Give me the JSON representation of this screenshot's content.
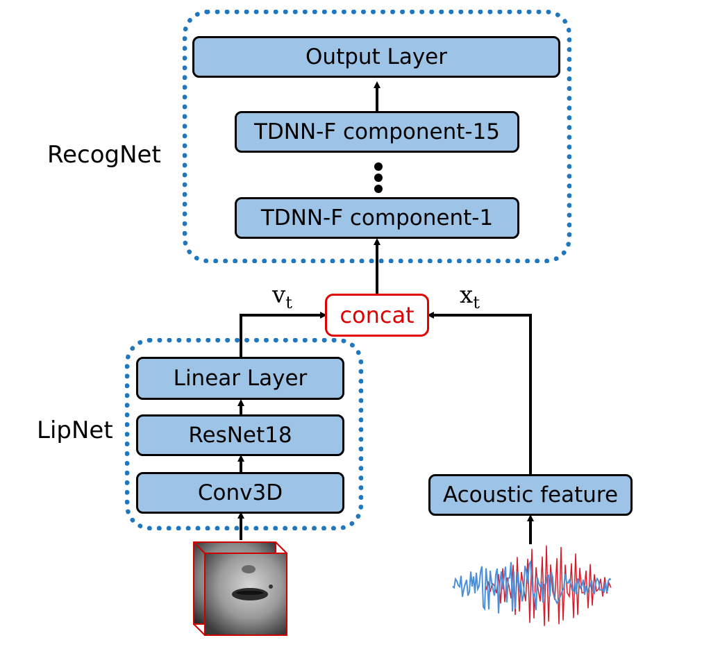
{
  "recognet": {
    "label": "RecogNet",
    "output_layer": "Output Layer",
    "tdnn_15": "TDNN-F component-15",
    "tdnn_1": "TDNN-F component-1"
  },
  "lipnet": {
    "label": "LipNet",
    "linear_layer": "Linear Layer",
    "resnet": "ResNet18",
    "conv3d": "Conv3D"
  },
  "acoustic": {
    "feature": "Acoustic feature"
  },
  "fusion": {
    "concat": "concat",
    "v_base": "v",
    "v_sub": "t",
    "x_base": "x",
    "x_sub": "t"
  },
  "colors": {
    "block_fill": "#9dc3e6",
    "dotted_border": "#1f77c0",
    "concat_red": "#e00000",
    "wave_blue": "#4a8fd9",
    "wave_red": "#d81b2a"
  }
}
